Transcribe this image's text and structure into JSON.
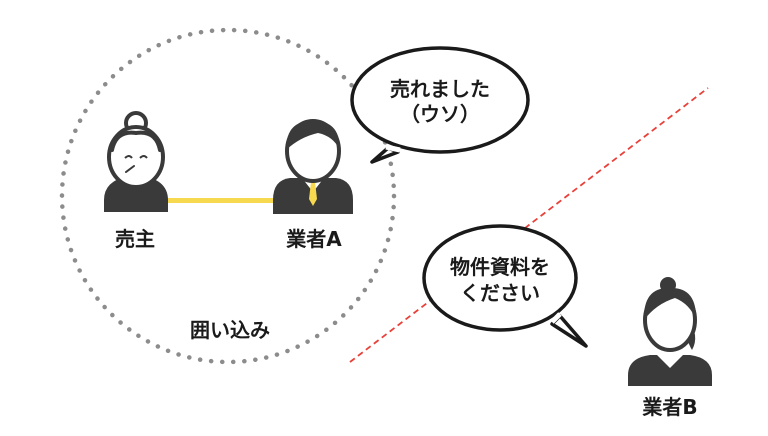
{
  "people": {
    "seller": {
      "label": "売主",
      "icon": "elderly-woman-icon"
    },
    "agent_a": {
      "label": "業者A",
      "icon": "businessman-icon"
    },
    "agent_b": {
      "label": "業者B",
      "icon": "woman-icon"
    }
  },
  "enclosure": {
    "label": "囲い込み"
  },
  "bubbles": {
    "agent_a_lines": [
      "売れました",
      "（ウソ）"
    ],
    "agent_b_lines": [
      "物件資料を",
      "ください"
    ]
  },
  "colors": {
    "connection": "#f6d94f",
    "divider": "#e8413a",
    "enclosure_dots": "#8c8c8c",
    "figure": "#3a3a3a",
    "text": "#1a1a1a"
  }
}
